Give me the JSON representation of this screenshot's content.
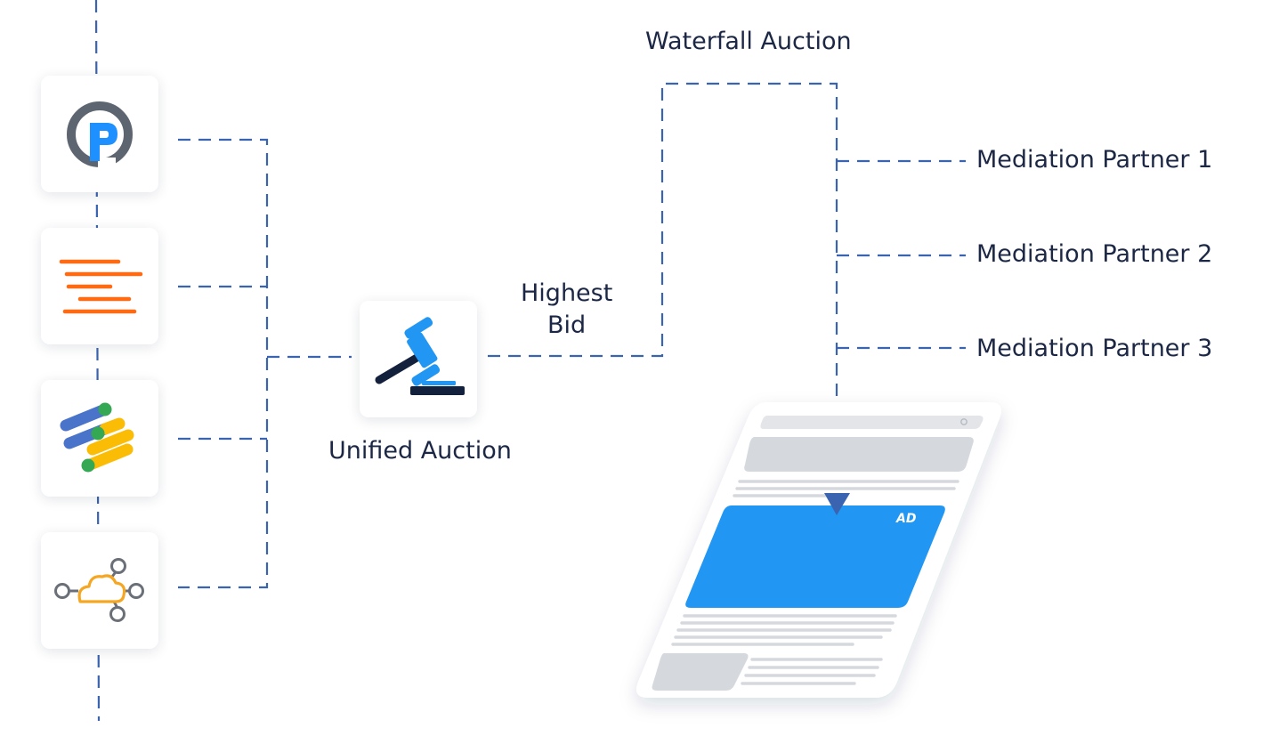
{
  "labels": {
    "waterfall": "Waterfall Auction",
    "highest_bid_line1": "Highest",
    "highest_bid_line2": "Bid",
    "unified": "Unified Auction",
    "ad_badge": "AD"
  },
  "mediation_partners": [
    "Mediation Partner 1",
    "Mediation Partner 2",
    "Mediation Partner 3"
  ],
  "bidders": [
    {
      "icon": "p-letter-logo-icon"
    },
    {
      "icon": "orange-lines-logo-icon"
    },
    {
      "icon": "stripes-logo-icon"
    },
    {
      "icon": "cloud-network-icon"
    }
  ],
  "colors": {
    "connector": "#3a63b0",
    "text": "#1b2744",
    "ad_blue": "#2196f3",
    "orange": "#ff6a13",
    "gavel_dark": "#14213d",
    "gavel_blue": "#2196f3"
  }
}
